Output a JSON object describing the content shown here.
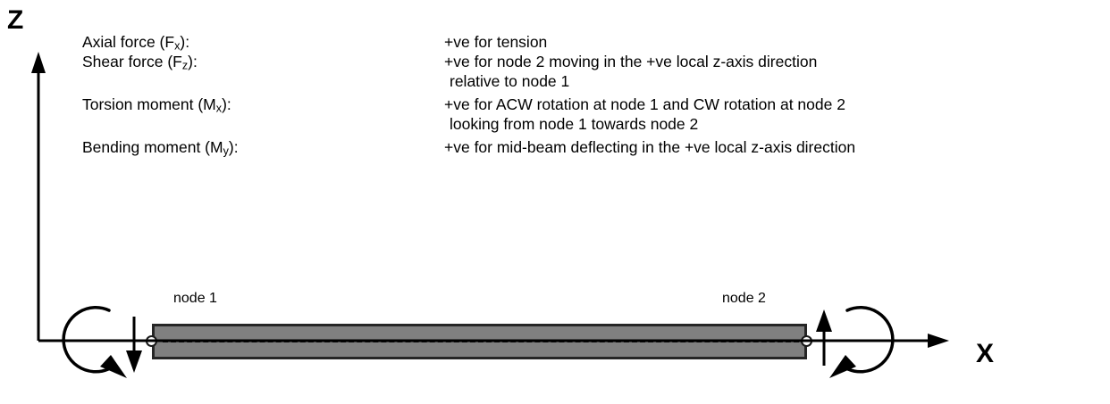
{
  "axes": {
    "z_label": "Z",
    "x_label": "X"
  },
  "definitions": [
    {
      "term": "Axial force (F",
      "term_sub": "x",
      "term_tail": "):",
      "lines": [
        "+ve for tension"
      ]
    },
    {
      "term": "Shear force (F",
      "term_sub": "z",
      "term_tail": "):",
      "lines": [
        "+ve for node 2 moving in the +ve local z-axis direction",
        "relative to node 1"
      ]
    },
    {
      "term": "Torsion moment (M",
      "term_sub": "x",
      "term_tail": "):",
      "lines": [
        "+ve for ACW rotation at node 1 and CW rotation at node 2",
        "looking from node 1 towards node 2"
      ]
    },
    {
      "term": "Bending moment (M",
      "term_sub": "y",
      "term_tail": "):",
      "lines": [
        "+ve for mid-beam deflecting in the +ve local z-axis direction"
      ]
    }
  ],
  "beam": {
    "node_1_label": "node 1",
    "node_2_label": "node 2",
    "fill_color": "#808080",
    "border_color": "#262626",
    "centerline_color": "#111111"
  },
  "icons": {
    "z_axis_arrow": "up-arrow-icon",
    "x_axis_arrow": "right-arrow-icon",
    "node_1_force": "down-arrow-icon",
    "node_2_force": "up-arrow-icon",
    "node_1_moment": "cw-rotation-arc-icon",
    "node_2_moment": "cw-rotation-arc-icon",
    "node_marker": "node-circle-icon"
  }
}
